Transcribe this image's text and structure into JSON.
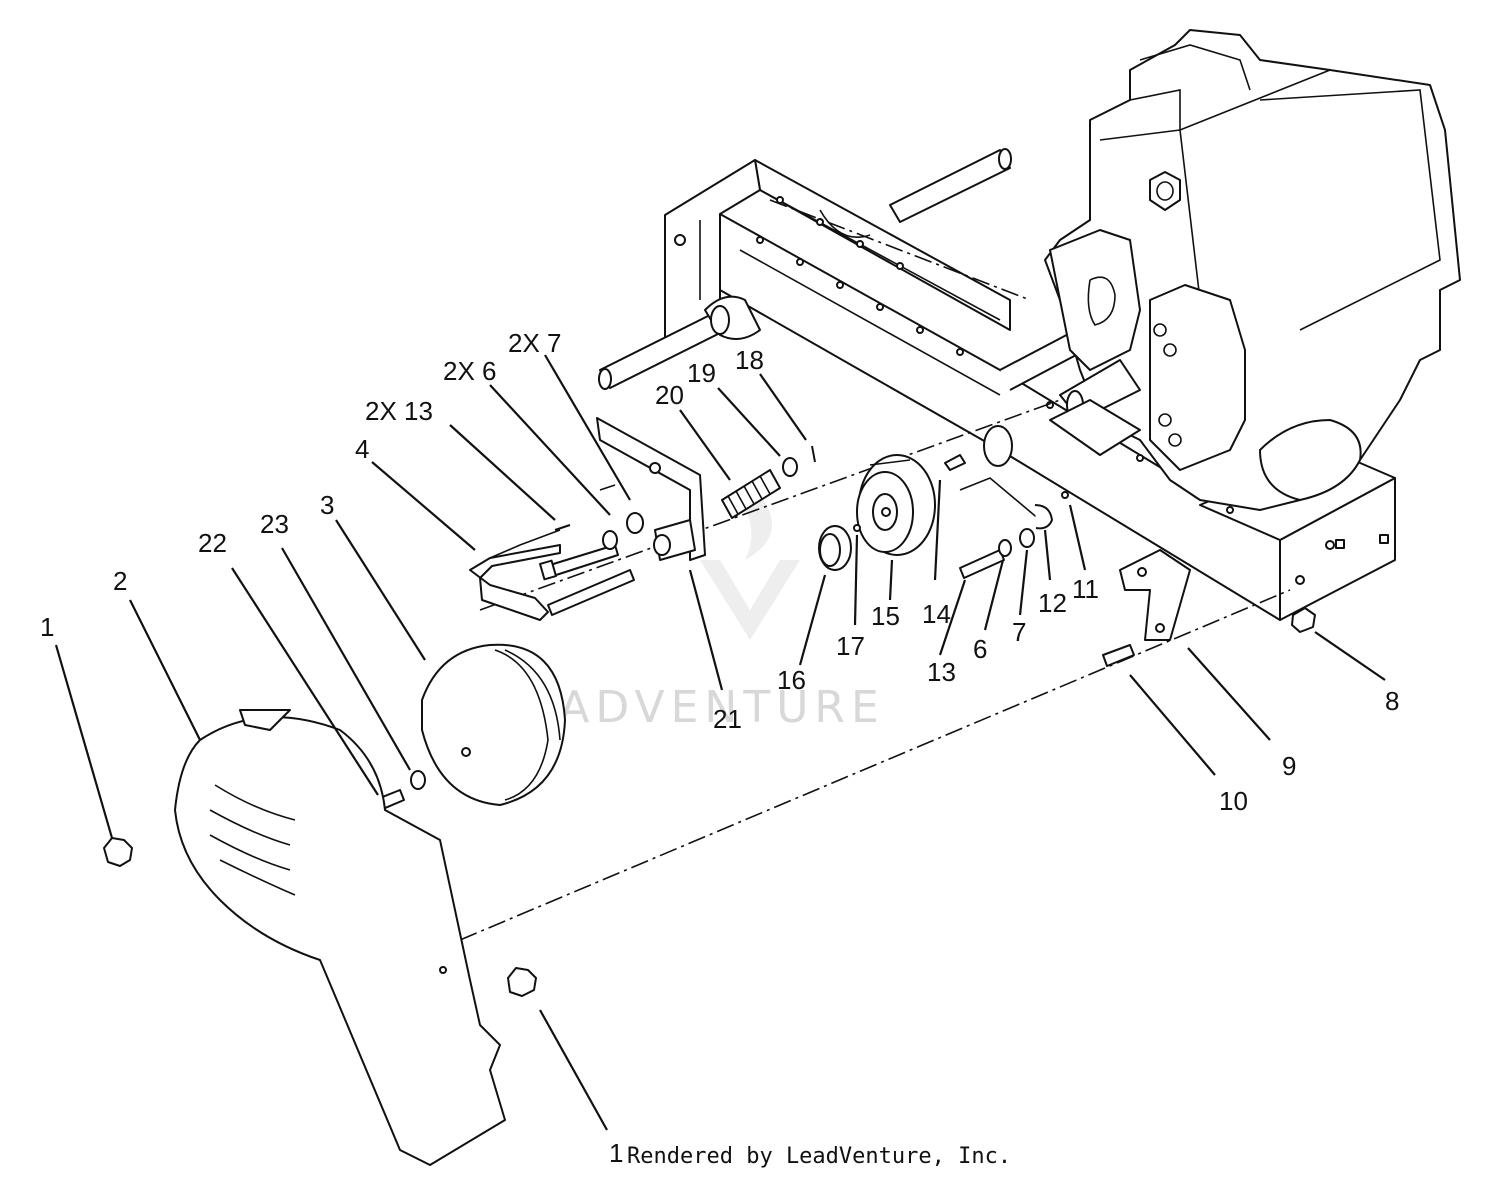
{
  "diagram": {
    "callouts": {
      "c1a": "1",
      "c2": "2",
      "c22": "22",
      "c23": "23",
      "c3": "3",
      "c4": "4",
      "c2x13": "2X 13",
      "c2x6": "2X 6",
      "c2x7": "2X 7",
      "c20": "20",
      "c19": "19",
      "c18": "18",
      "c21": "21",
      "c16": "16",
      "c17": "17",
      "c15": "15",
      "c14": "14",
      "c13": "13",
      "c6": "6",
      "c7": "7",
      "c12": "12",
      "c11": "11",
      "c8": "8",
      "c9": "9",
      "c10": "10",
      "c1b": "1"
    },
    "watermark": "LEADVENTURE",
    "credit": "Rendered by LeadVenture, Inc."
  }
}
